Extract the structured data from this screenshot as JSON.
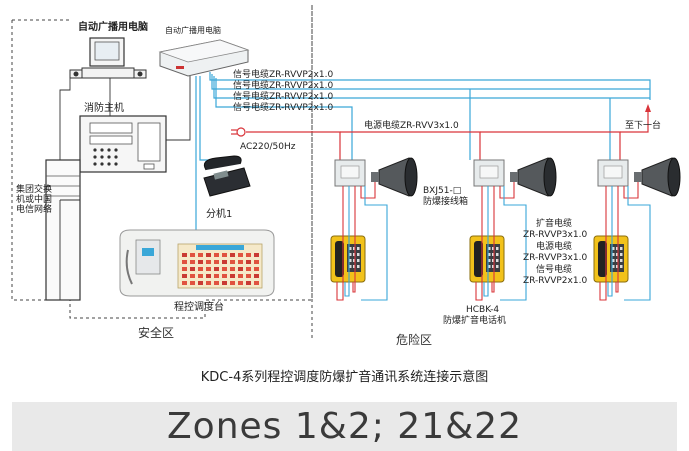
{
  "labels": {
    "auto_pc_top": "自动广播用电脑",
    "auto_pc_device": "自动广播用电脑",
    "fire_host": "消防主机",
    "group_switch": "集团交换机或中国电信网络",
    "ext1": "分机1",
    "console": "程控调度台",
    "safe_zone": "安全区",
    "danger_zone": "危险区",
    "signal_cable_1": "信号电缆ZR-RVVP2x1.0",
    "signal_cable_2": "信号电缆ZR-RVVP2x1.0",
    "signal_cable_3": "信号电缆ZR-RVVP2x1.0",
    "signal_cable_4": "信号电缆ZR-RVVP2x1.0",
    "ac_power": "AC220/50Hz",
    "power_cable": "电源电缆ZR-RVV3x1.0",
    "to_next": "至下一台",
    "junction_model": "BXJ51-□",
    "junction_name": "防爆接线箱",
    "pa_cable_name": "扩音电缆",
    "pa_cable_spec": "ZR-RVVP3x1.0",
    "pw_cable_name": "电源电缆",
    "pw_cable_spec": "ZR-RVVP3x1.0",
    "sig_cable_name": "信号电缆",
    "sig_cable_spec": "ZR-RVVP2x1.0",
    "phone_model": "HCBK-4",
    "phone_name": "防爆扩音电话机"
  },
  "caption": "KDC-4系列程控调度防爆扩音通讯系统连接示意图",
  "banner": "Zones 1&2; 21&22",
  "colors": {
    "blue_wire": "#3aa7d8",
    "red_wire": "#d9343a",
    "phone_yellow": "#f2c21b",
    "dashed": "#444444",
    "banner_bg": "#e9e9e9"
  }
}
